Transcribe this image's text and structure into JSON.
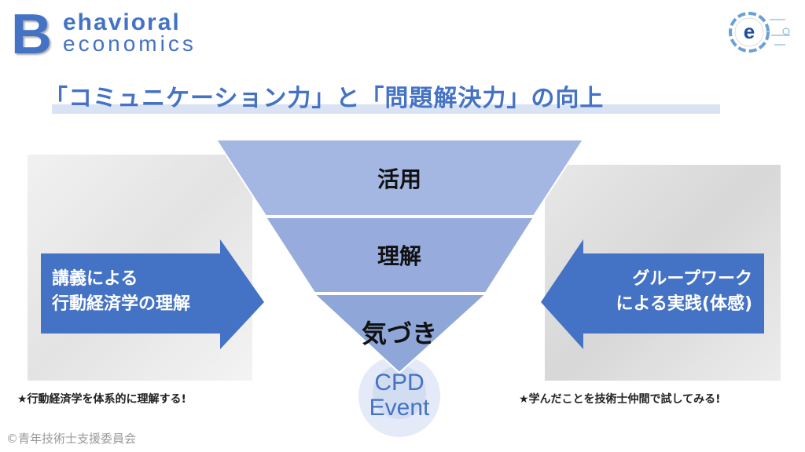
{
  "logo": {
    "initial": "B",
    "line1": "ehavioral",
    "line2": "economics"
  },
  "brand_icon": "e-circle-logo-icon",
  "title": "「コミュニケーション力」と「問題解決力」の向上",
  "funnel": {
    "levels": [
      "活用",
      "理解",
      "気づき"
    ],
    "base": {
      "line1": "CPD",
      "line2": "Event"
    }
  },
  "left": {
    "arrow_line1": "講義による",
    "arrow_line2": "行動経済学の理解",
    "caption": "★行動経済学を体系的に理解する!"
  },
  "right": {
    "arrow_line1": "グループワーク",
    "arrow_line2": "による実践(体感)",
    "caption": "★学んだことを技術士仲間で試してみる!"
  },
  "footer": {
    "copyright": "©青年技術士支援委員会"
  },
  "colors": {
    "accent": "#4472c4",
    "funnel": "#8fa6d9",
    "underline": "#dae3f3"
  }
}
